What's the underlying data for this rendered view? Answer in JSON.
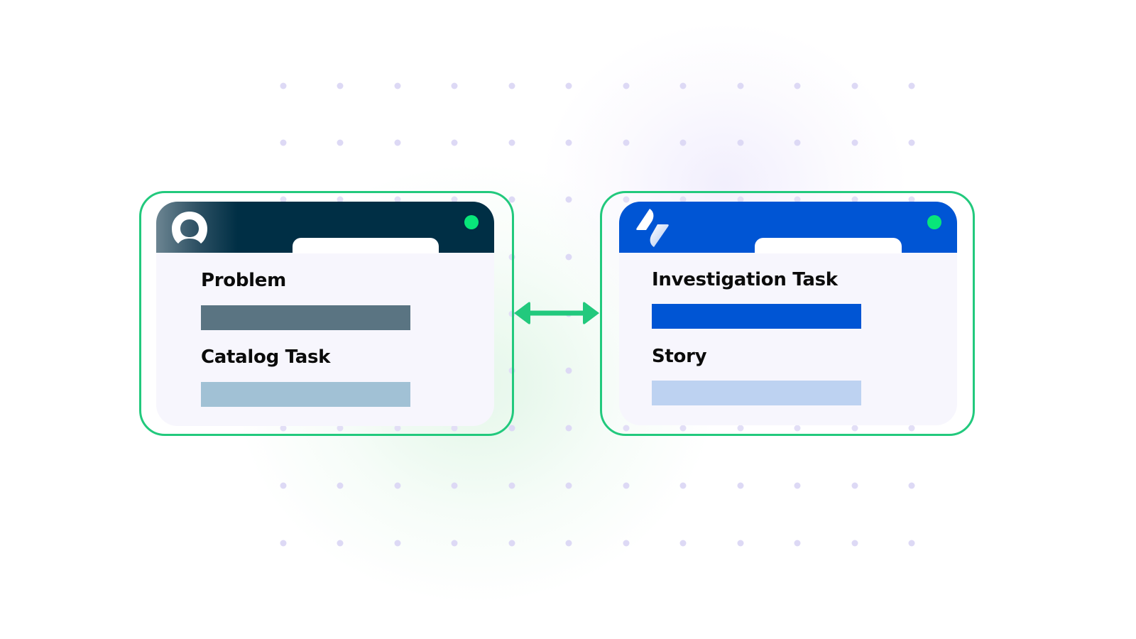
{
  "background": {
    "dot_color": "#ddd9f5",
    "dot_columns_x": [
      399,
      479,
      560,
      640,
      721,
      801,
      882,
      962,
      1043,
      1123,
      1204,
      1284
    ],
    "dot_rows_y": [
      121,
      201,
      281,
      362,
      442,
      522,
      603,
      684,
      765
    ]
  },
  "connector": {
    "icon": "bidirectional-arrow-icon",
    "color": "#22c97d"
  },
  "left_panel": {
    "app_icon": "servicenow-logo-icon",
    "header_color": "#002f45",
    "border_color": "#22c97d",
    "status_dot_color": "#08e67a",
    "fields": [
      {
        "label": "Problem",
        "bar_color": "#5a7482"
      },
      {
        "label": "Catalog Task",
        "bar_color": "#a1c1d5"
      }
    ]
  },
  "right_panel": {
    "app_icon": "jira-logo-icon",
    "header_color": "#0055d4",
    "border_color": "#22c97d",
    "status_dot_color": "#08e67a",
    "fields": [
      {
        "label": "Investigation Task",
        "bar_color": "#0055d4"
      },
      {
        "label": "Story",
        "bar_color": "#bdd2f1"
      }
    ]
  }
}
